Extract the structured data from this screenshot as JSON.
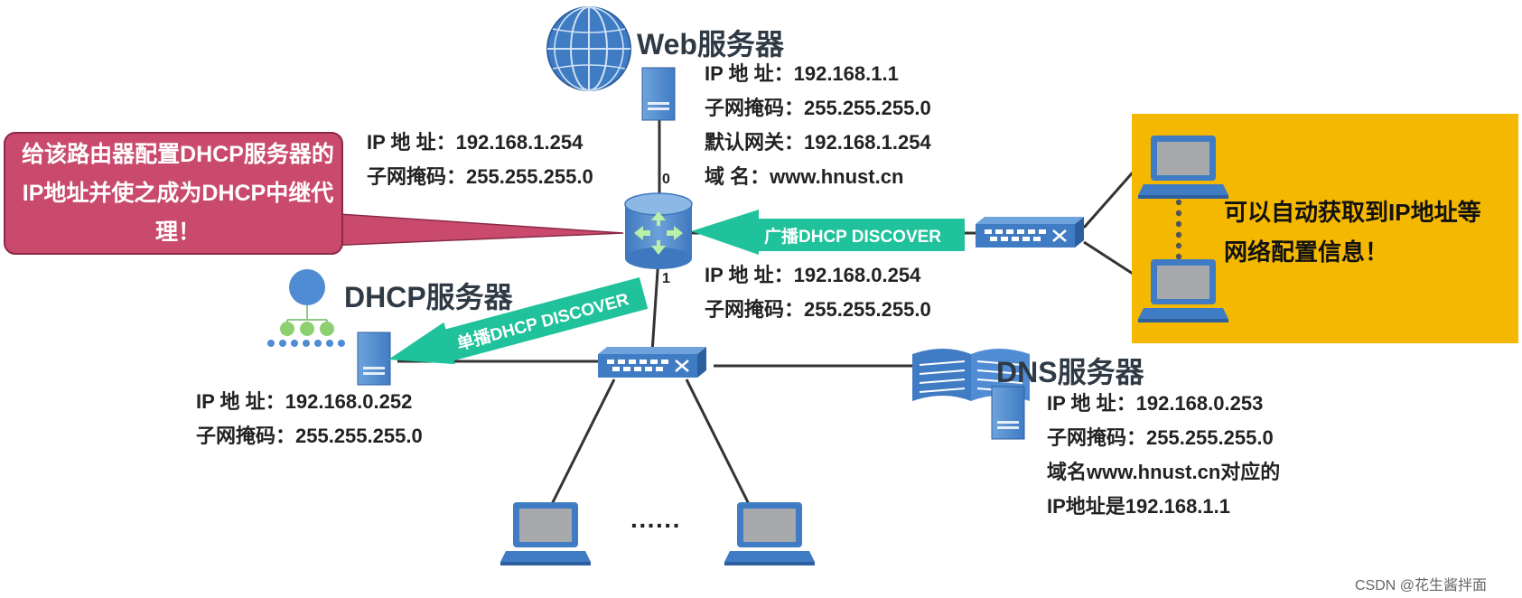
{
  "callout": {
    "text": "给该路由器配置DHCP服务器的IP地址并使之成为DHCP中继代理！",
    "color": "#c94a6d"
  },
  "yellow_box": {
    "text": "可以自动获取到IP地址等网络配置信息！",
    "color": "#f5b800"
  },
  "web_server": {
    "title": "Web服务器",
    "lines": [
      "IP 地  址：192.168.1.1",
      "子网掩码：255.255.255.0",
      "默认网关：192.168.1.254",
      "域      名：www.hnust.cn"
    ],
    "icon": "globe-icon"
  },
  "router": {
    "port0_label": "0",
    "port1_label": "1",
    "port0_lines": [
      "IP 地  址：192.168.1.254",
      "子网掩码：255.255.255.0"
    ],
    "port1_lines": [
      "IP 地  址：192.168.0.254",
      "子网掩码：255.255.255.0"
    ],
    "icon": "router-icon"
  },
  "dhcp_server": {
    "title": "DHCP服务器",
    "lines": [
      "IP 地  址：192.168.0.252",
      "子网掩码：255.255.255.0"
    ],
    "icon": "dhcp-tree-icon"
  },
  "dns_server": {
    "title": "DNS服务器",
    "lines": [
      "IP 地  址：192.168.0.253",
      "子网掩码：255.255.255.0",
      "域名www.hnust.cn对应的",
      "IP地址是192.168.1.1"
    ],
    "icon": "book-icon"
  },
  "arrows": {
    "broadcast": "广播DHCP DISCOVER",
    "unicast": "单播DHCP DISCOVER",
    "color": "#1fc29a"
  },
  "lan_hosts_ellipsis": "······",
  "watermark": "CSDN @花生酱拌面"
}
